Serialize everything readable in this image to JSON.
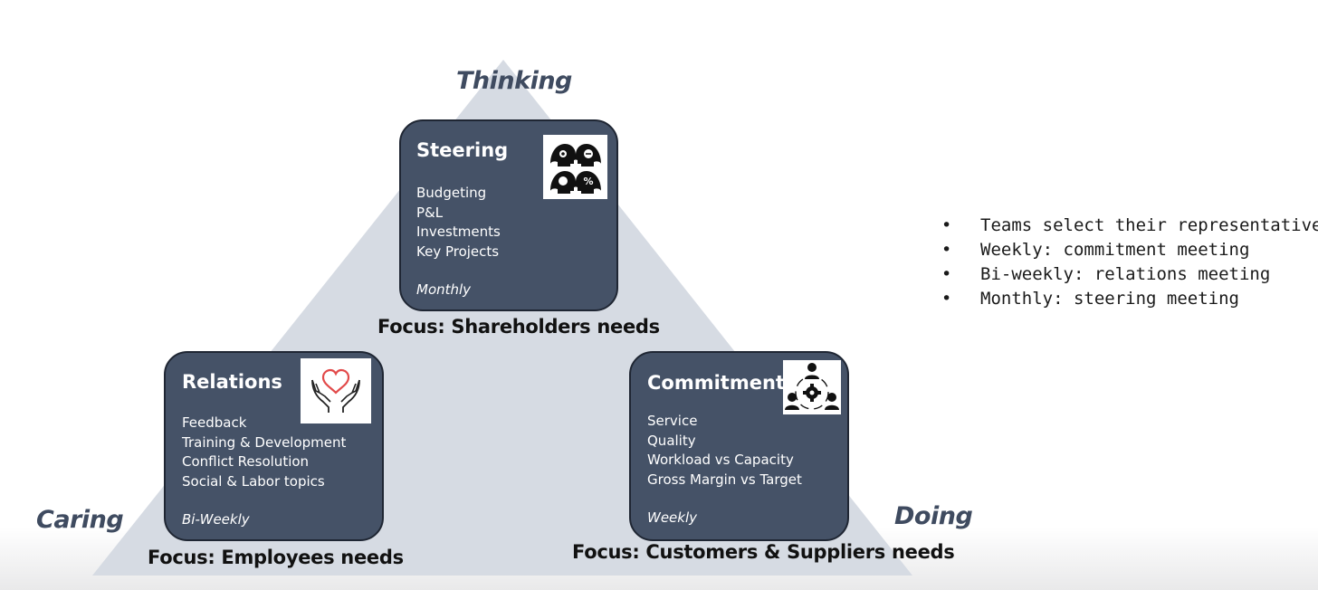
{
  "corners": {
    "top": "Thinking",
    "left": "Caring",
    "right": "Doing"
  },
  "cards": {
    "steering": {
      "title": "Steering",
      "items": [
        "Budgeting",
        "P&L",
        "Investments",
        "Key Projects"
      ],
      "frequency": "Monthly",
      "focus": "Focus: Shareholders needs",
      "icon": "heads-with-gears-icon"
    },
    "relations": {
      "title": "Relations",
      "items": [
        "Feedback",
        "Training & Development",
        "Conflict Resolution",
        "Social & Labor topics"
      ],
      "frequency": "Bi-Weekly",
      "focus": "Focus: Employees needs",
      "icon": "hands-holding-heart-icon"
    },
    "commitment": {
      "title": "Commitment",
      "items": [
        "Service",
        "Quality",
        "Workload vs Capacity",
        "Gross Margin vs Target"
      ],
      "frequency": "Weekly",
      "focus": "Focus: Customers & Suppliers needs",
      "icon": "team-with-gear-icon"
    }
  },
  "bullets": [
    "Teams select their representatives",
    "Weekly: commitment meeting",
    "Bi-weekly: relations meeting",
    "Monthly: steering meeting"
  ],
  "colors": {
    "triangle": "#d6dbe3",
    "card_fill": "#455267",
    "card_border": "#1f2633",
    "corner_text": "#3f4b60"
  }
}
